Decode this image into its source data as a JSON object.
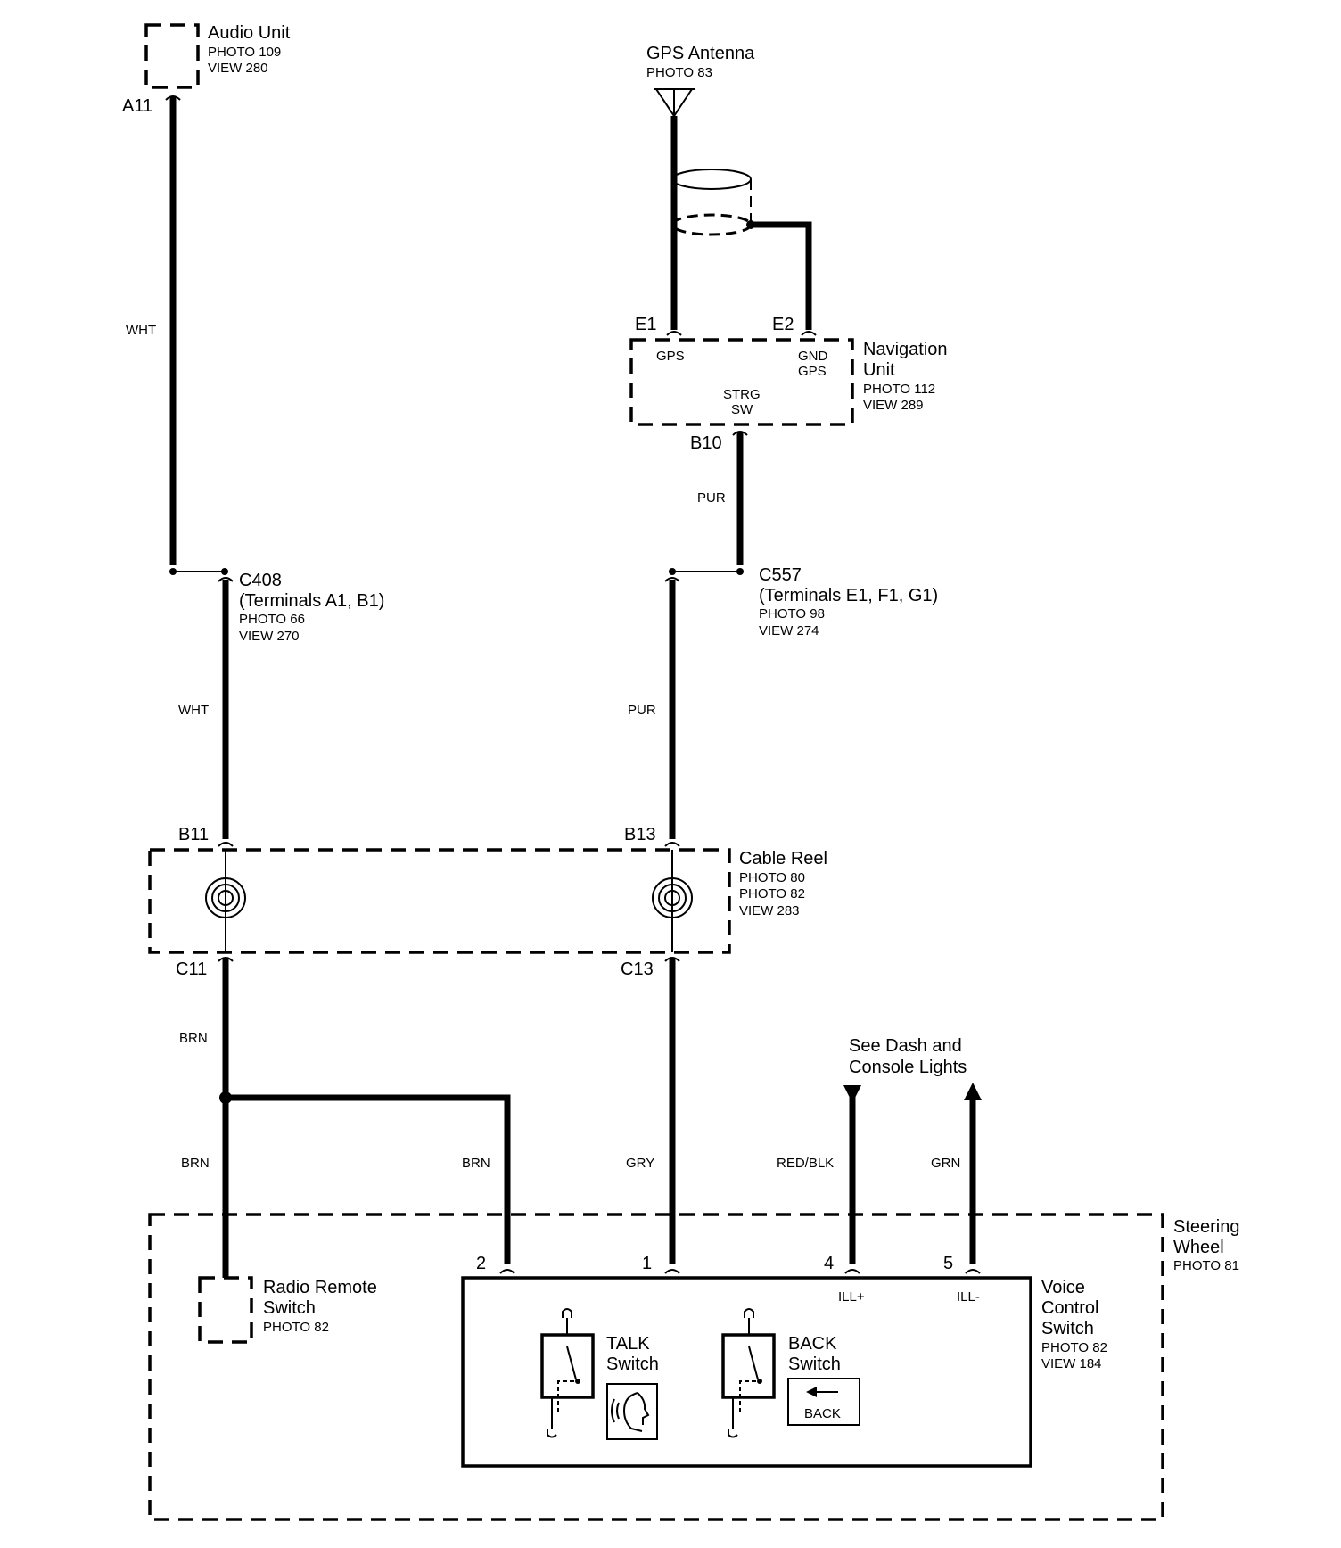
{
  "audio_unit": {
    "name": "Audio Unit",
    "photo": "PHOTO 109",
    "view": "VIEW 280",
    "pin": "A11"
  },
  "gps_antenna": {
    "name": "GPS Antenna",
    "photo": "PHOTO 83"
  },
  "navigation_unit": {
    "name_line1": "Navigation",
    "name_line2": "Unit",
    "photo": "PHOTO 112",
    "view": "VIEW 289",
    "pin_e1": "E1",
    "pin_e2": "E2",
    "pin_b10": "B10",
    "label_gps": "GPS",
    "label_gnd": "GND",
    "label_gnd_gps": "GPS",
    "label_strg": "STRG",
    "label_sw": "SW"
  },
  "c408": {
    "name": "C408",
    "terminals": "(Terminals A1, B1)",
    "photo": "PHOTO 66",
    "view": "VIEW 270"
  },
  "c557": {
    "name": "C557",
    "terminals": "(Terminals E1, F1, G1)",
    "photo": "PHOTO 98",
    "view": "VIEW 274"
  },
  "cable_reel": {
    "name": "Cable Reel",
    "photo1": "PHOTO 80",
    "photo2": "PHOTO 82",
    "view": "VIEW 283",
    "pin_b11": "B11",
    "pin_b13": "B13",
    "pin_c11": "C11",
    "pin_c13": "C13"
  },
  "wires": {
    "wht_top": "WHT",
    "wht_mid": "WHT",
    "pur_top": "PUR",
    "pur_mid": "PUR",
    "brn_top": "BRN",
    "brn_left": "BRN",
    "brn_right": "BRN",
    "gry": "GRY",
    "red_blk": "RED/BLK",
    "grn": "GRN"
  },
  "dash_ref": {
    "line1": "See Dash and",
    "line2": "Console Lights"
  },
  "steering_wheel": {
    "line1": "Steering",
    "line2": "Wheel",
    "photo": "PHOTO 81"
  },
  "radio_remote_switch": {
    "line1": "Radio Remote",
    "line2": "Switch",
    "photo": "PHOTO 82"
  },
  "voice_control_switch": {
    "line1": "Voice",
    "line2": "Control",
    "line3": "Switch",
    "photo": "PHOTO 82",
    "view": "VIEW 184",
    "pin_2": "2",
    "pin_1": "1",
    "pin_4": "4",
    "pin_5": "5",
    "ill_plus": "ILL+",
    "ill_minus": "ILL-",
    "talk_line1": "TALK",
    "talk_line2": "Switch",
    "back_line1": "BACK",
    "back_line2": "Switch",
    "back_icon_text": "BACK"
  },
  "icons": [
    "voice-talk-icon",
    "back-arrow-icon",
    "gps-antenna-icon",
    "cable-reel-coil-icon"
  ]
}
